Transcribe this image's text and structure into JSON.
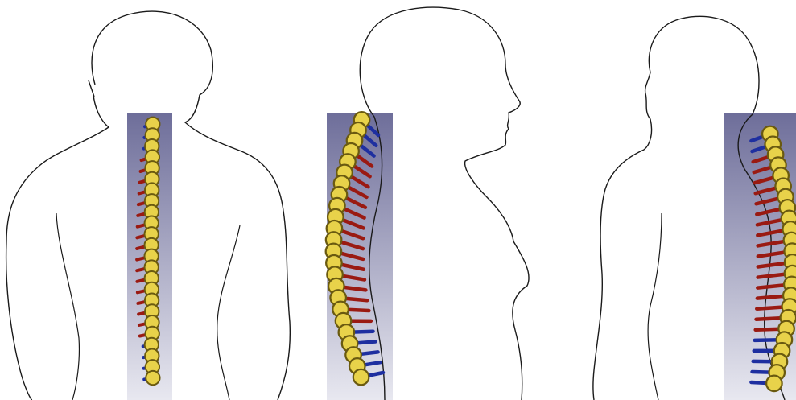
{
  "colors": {
    "background": "#ffffff",
    "outline": "#1a1a1a",
    "panel_top": "#6e6e9a",
    "panel_bottom": "#e6e6ef",
    "vertebra_red": "#9a1a12",
    "vertebra_blue": "#1e2fa0",
    "joint_tip": "#e8d24a",
    "spine_curve": "#111111"
  },
  "views": [
    {
      "name": "posterior-view",
      "spine_marker_count": 24
    },
    {
      "name": "lateral-view-left",
      "spine_marker_count": 24
    },
    {
      "name": "lateral-view-right",
      "spine_marker_count": 24
    }
  ]
}
